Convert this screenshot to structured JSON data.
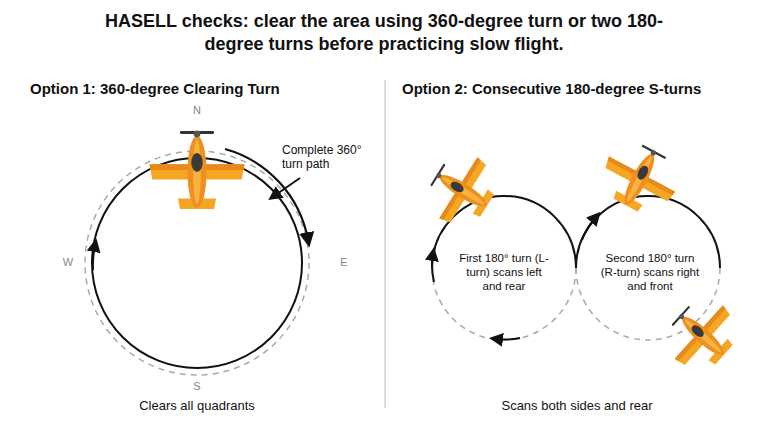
{
  "diagram": {
    "title": "HASELL checks: clear the area using 360-degree turn or two 180-degree turns before practicing slow flight.",
    "labels": [
      "Option 1: 360-degree Clearing Turn",
      "Option 2: Consecutive 180-degree S-turns",
      "N",
      "E",
      "S",
      "W",
      "Complete 360° turn path",
      "Clears all quadrants",
      "First 180° turn (L-turn) scans left and rear",
      "Second 180° turn (R-turn) scans right and front",
      "Scans both sides and rear"
    ]
  }
}
